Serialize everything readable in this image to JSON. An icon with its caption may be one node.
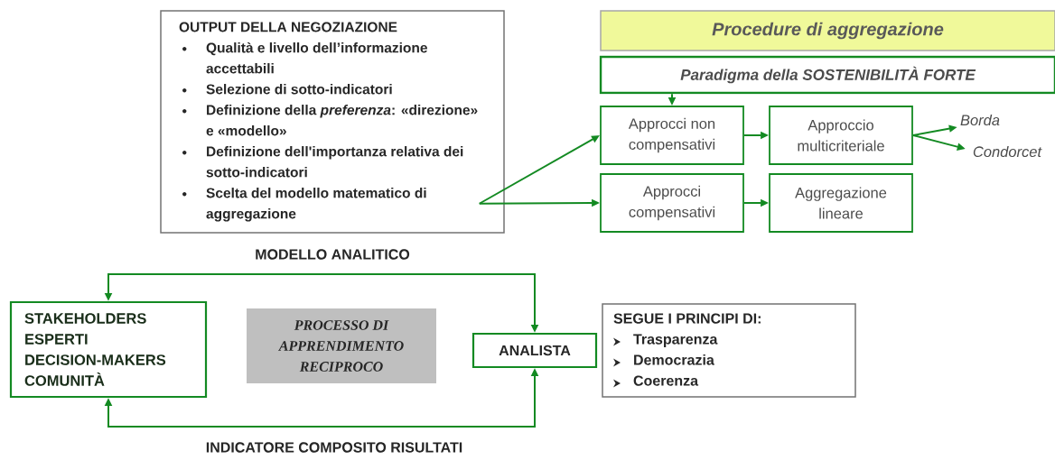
{
  "diagram": {
    "nodes": [
      {
        "text": [
          "OUTPUT DELLA NEGOZIAZIONE",
          "Qualità e livello dell’informazione accettabili",
          "Selezione di sotto-indicatori",
          "Definizione della *preferenza*: «direzione» e «modello»",
          "Definizione dell'importanza relativa dei sotto-indicatori",
          "Scelta del modello matematico di aggregazione"
        ]
      },
      {
        "text": [
          "Procedure di aggregazione"
        ]
      },
      {
        "text": [
          "Paradigma della SOSTENIBILITÀ FORTE"
        ]
      },
      {
        "text": [
          "Approcci non compensativi"
        ]
      },
      {
        "text": [
          "Approccio multicriteriale"
        ]
      },
      {
        "text": [
          "Borda"
        ]
      },
      {
        "text": [
          "Condorcet"
        ]
      },
      {
        "text": [
          "Approcci compensativi"
        ]
      },
      {
        "text": [
          "Aggregazione lineare"
        ]
      },
      {
        "text": [
          "STAKEHOLDERS",
          "ESPERTI",
          "DECISION-MAKERS",
          "COMUNITÀ"
        ]
      },
      {
        "text": [
          "PROCESSO DI APPRENDIMENTO RECIPROCO"
        ]
      },
      {
        "text": [
          "ANALISTA"
        ]
      },
      {
        "text": [
          "SEGUE I PRINCIPI DI:",
          "Trasparenza",
          "Democrazia",
          "Coerenza"
        ]
      }
    ],
    "edges": [
      {
        "from": 0,
        "to": 3,
        "arrow": "to"
      },
      {
        "from": 0,
        "to": 7,
        "arrow": "to"
      },
      {
        "from": 2,
        "to": 3,
        "arrow": "to"
      },
      {
        "from": 3,
        "to": 4,
        "arrow": "to"
      },
      {
        "from": 7,
        "to": 8,
        "arrow": "to"
      },
      {
        "from": 4,
        "to": 5,
        "arrow": "to"
      },
      {
        "from": 4,
        "to": 6,
        "arrow": "to"
      },
      {
        "from": 9,
        "to": 11,
        "arrow": "both"
      },
      {
        "from": 9,
        "to": 11,
        "arrow": "both"
      }
    ],
    "labels": [
      "MODELLO ANALITICO",
      "INDICATORE COMPOSITO RISULTATI"
    ]
  }
}
